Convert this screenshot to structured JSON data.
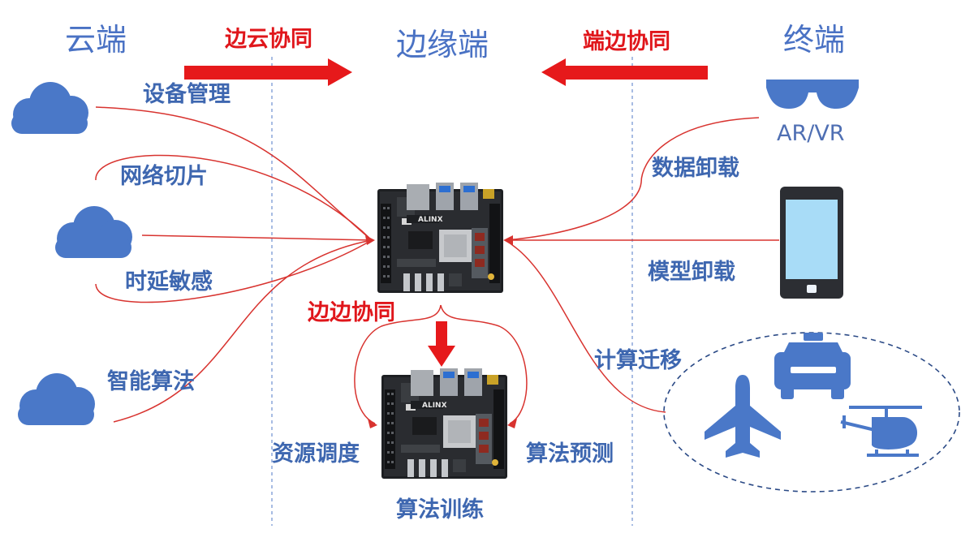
{
  "columns": {
    "cloud": "云端",
    "edge": "边缘端",
    "terminal": "终端"
  },
  "collab": {
    "edge_cloud": "边云协同",
    "terminal_edge": "端边协同",
    "edge_edge": "边边协同"
  },
  "cloud_labels": {
    "device_mgmt": "设备管理",
    "network_slicing": "网络切片",
    "latency_sensitive": "时延敏感",
    "smart_algo": "智能算法"
  },
  "terminal_labels": {
    "arvr": "AR/VR",
    "data_offload": "数据卸载",
    "model_offload": "模型卸载",
    "compute_migration": "计算迁移"
  },
  "edge_labels": {
    "resource_scheduling": "资源调度",
    "algo_prediction": "算法预测",
    "algo_training": "算法训练"
  },
  "board_brand": "ALINX",
  "colors": {
    "accent_blue": "#4a78c8",
    "label_blue": "#3e67b0",
    "arrow_red": "#e0161b",
    "curve_red": "#d8332f",
    "phone_screen": "#a8dcf7",
    "divider": "#6d8fd0"
  },
  "icons": [
    "cloud-icon",
    "vr-glasses-icon",
    "smartphone-icon",
    "car-icon",
    "airplane-icon",
    "helicopter-icon",
    "dev-board-icon"
  ]
}
